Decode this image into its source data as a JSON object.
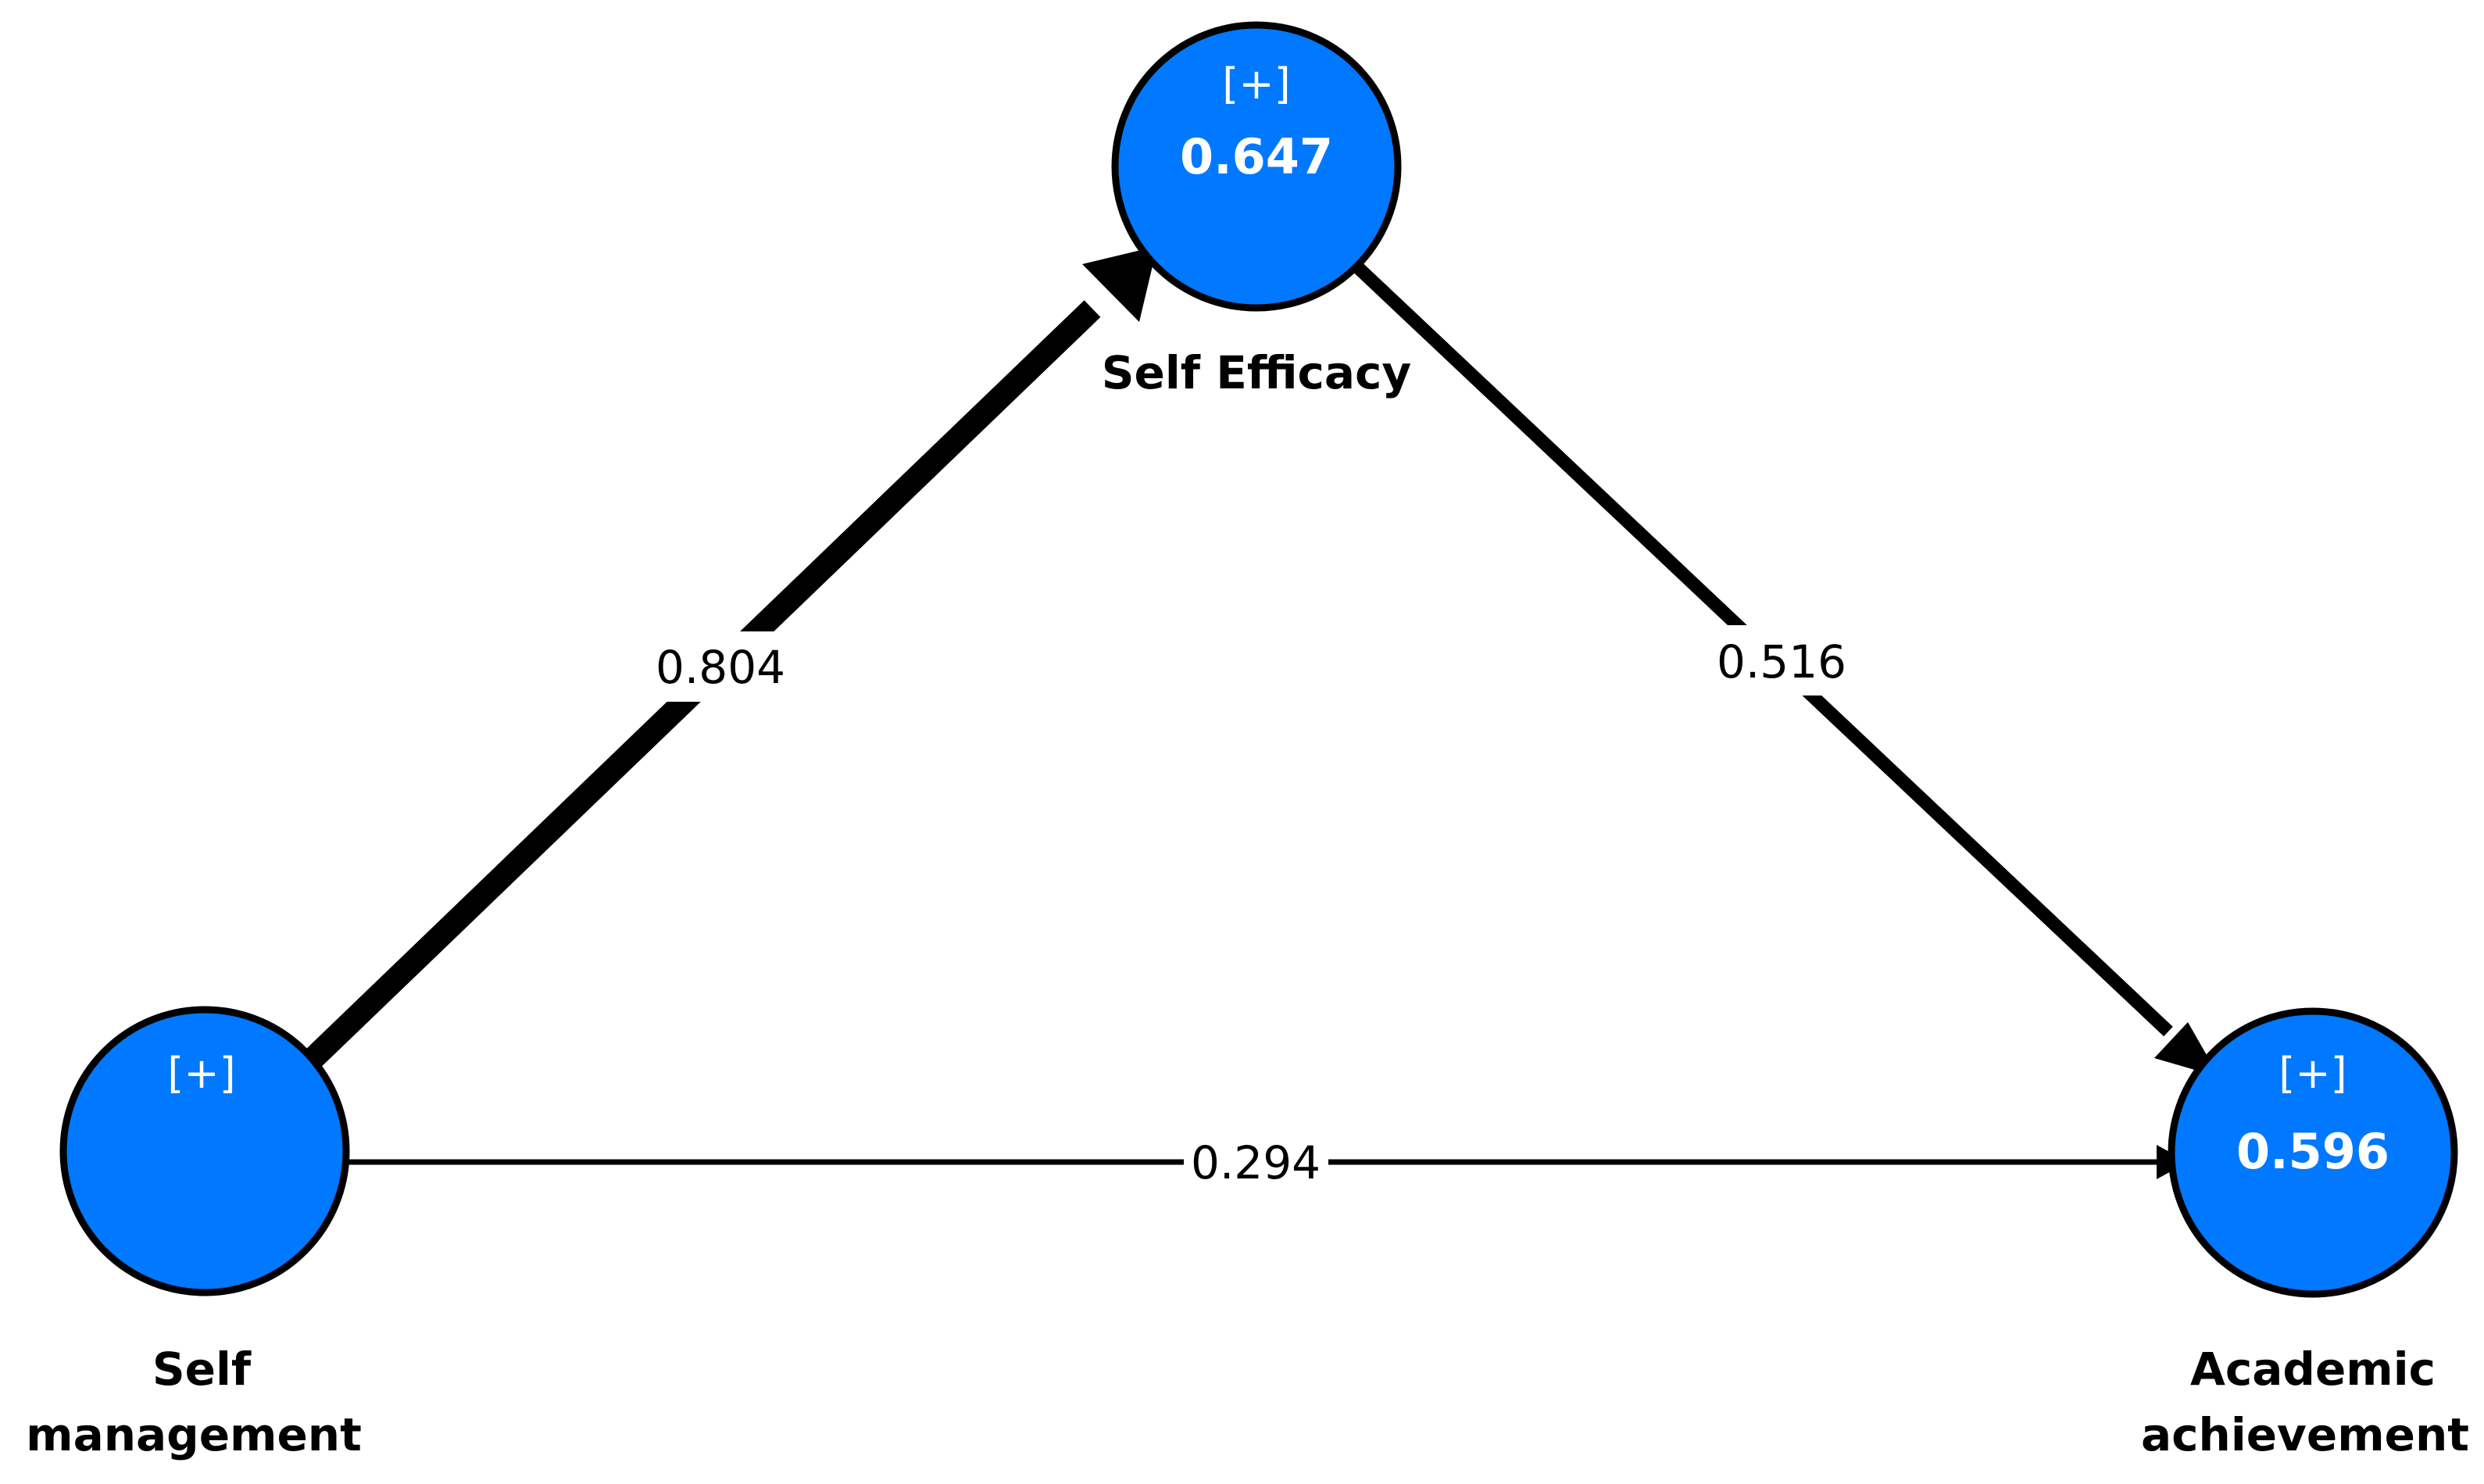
{
  "colors": {
    "node_fill": "#0078FF",
    "node_text": "#ffffff",
    "edge": "#000000",
    "label": "#000000"
  },
  "nodes": {
    "self_management": {
      "expand": "[+]",
      "value": "",
      "label_line1": "Self",
      "label_line2": "management"
    },
    "self_efficacy": {
      "expand": "[+]",
      "value": "0.647",
      "label_line1": "Self Efficacy",
      "label_line2": ""
    },
    "academic_achievement": {
      "expand": "[+]",
      "value": "0.596",
      "label_line1": "Academic",
      "label_line2": "achievement"
    }
  },
  "edges": {
    "sm_to_se": {
      "coefficient": "0.804"
    },
    "se_to_aa": {
      "coefficient": "0.516"
    },
    "sm_to_aa": {
      "coefficient": "0.294"
    }
  }
}
